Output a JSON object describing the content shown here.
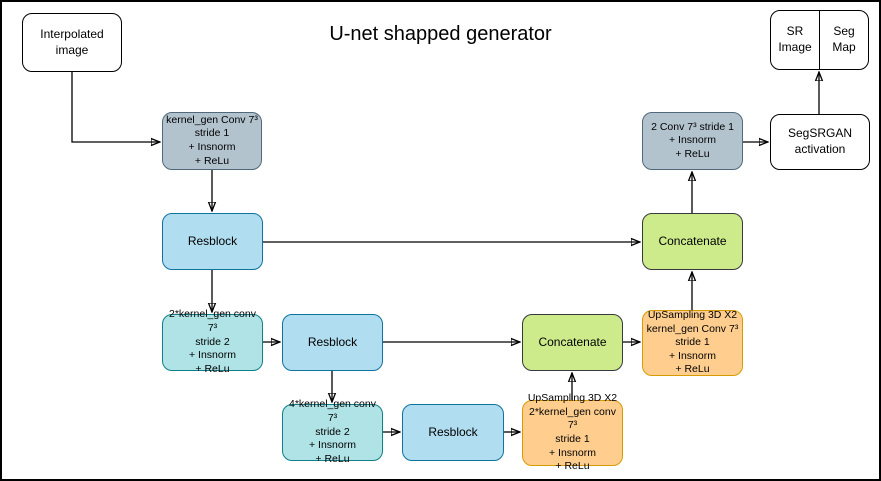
{
  "title": "U-net shapped generator",
  "colors": {
    "gray-fill": "#b3c3ce",
    "gray-stroke": "#51697b",
    "blue-fill": "#b1ddf0",
    "blue-stroke": "#10739e",
    "teal-fill": "#b0e3e6",
    "teal-stroke": "#0e8088",
    "green-fill": "#cdeb8b",
    "green-stroke": "#36393d",
    "orange-fill": "#ffce8f",
    "orange-stroke": "#d79b00",
    "plain-fill": "#ffffff",
    "plain-stroke": "#000000",
    "arrow": "#000000"
  },
  "blocks": {
    "interpolated_image": {
      "label": "Interpolated image"
    },
    "enc_conv1": {
      "label": "kernel_gen Conv 7³\nstride 1\n+ Insnorm\n+ ReLu"
    },
    "resblock1": {
      "label": "Resblock"
    },
    "enc_conv2": {
      "label": "2*kernel_gen conv 7³\nstride 2\n+ Insnorm\n+ ReLu"
    },
    "resblock2": {
      "label": "Resblock"
    },
    "enc_conv3": {
      "label": "4*kernel_gen conv 7³\nstride 2\n+ Insnorm\n+ ReLu"
    },
    "resblock3": {
      "label": "Resblock"
    },
    "upsample1": {
      "label": "UpSampling 3D X2\n2*kernel_gen conv 7³\nstride 1\n+ Insnorm\n+ ReLu"
    },
    "concat1": {
      "label": "Concatenate"
    },
    "upsample2": {
      "label": "UpSampling 3D X2\nkernel_gen Conv 7³\nstride 1\n+ Insnorm\n+ ReLu"
    },
    "concat2": {
      "label": "Concatenate"
    },
    "dec_conv": {
      "label": "2 Conv 7³ stride 1\n+ Insnorm\n+ ReLu"
    },
    "segsrgan_activation": {
      "label": "SegSRGAN\nactivation"
    },
    "sr_image": {
      "label": "SR\nImage"
    },
    "seg_map": {
      "label": "Seg\nMap"
    }
  }
}
